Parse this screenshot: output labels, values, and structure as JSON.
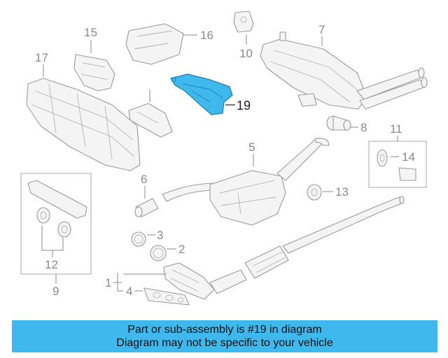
{
  "callouts": {
    "c1": "1",
    "c2": "2",
    "c3": "3",
    "c4": "4",
    "c5": "5",
    "c6": "6",
    "c7": "7",
    "c8": "8",
    "c9": "9",
    "c10": "10",
    "c11": "11",
    "c12": "12",
    "c13": "13",
    "c14": "14",
    "c15": "15",
    "c16": "16",
    "c17": "17",
    "c19": "19"
  },
  "highlight_part": "19",
  "colors": {
    "highlight": "#3fb8ee",
    "banner": "#3fb8ee",
    "linework": "#9a9a9a"
  },
  "banner": {
    "line1": "Part or sub-assembly is #19 in diagram",
    "line2": "Diagram may not be specific to your vehicle"
  }
}
